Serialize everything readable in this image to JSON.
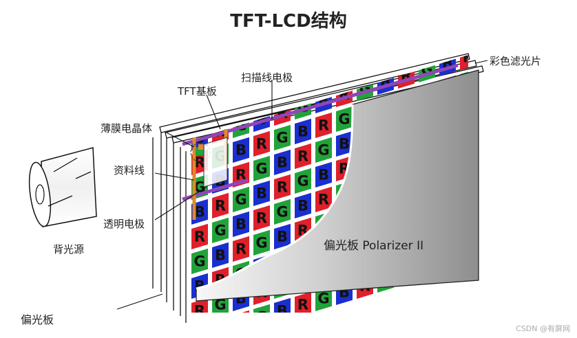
{
  "diagram": {
    "title": "TFT-LCD结构",
    "labels": {
      "color_filter": "彩色滤光片",
      "scan_line": "扫描线电极",
      "tft_substrate": "TFT基板",
      "thin_film_transistor": "薄膜电晶体",
      "data_line": "资料线",
      "transparent_electrode": "透明电极",
      "backlight": "背光源",
      "polarizer_front": "偏光板 Polarizer II",
      "polarizer_back": "偏光板"
    },
    "subpixel_letters": [
      "R",
      "G",
      "B"
    ],
    "colors": {
      "red": "#e0202a",
      "green": "#22a33a",
      "blue": "#1a2fd0",
      "scan_line": "#9046b8",
      "data_line": "#e08a2a",
      "polarizer": "#9a9a9a"
    },
    "watermark": "CSDN @有屏网"
  }
}
